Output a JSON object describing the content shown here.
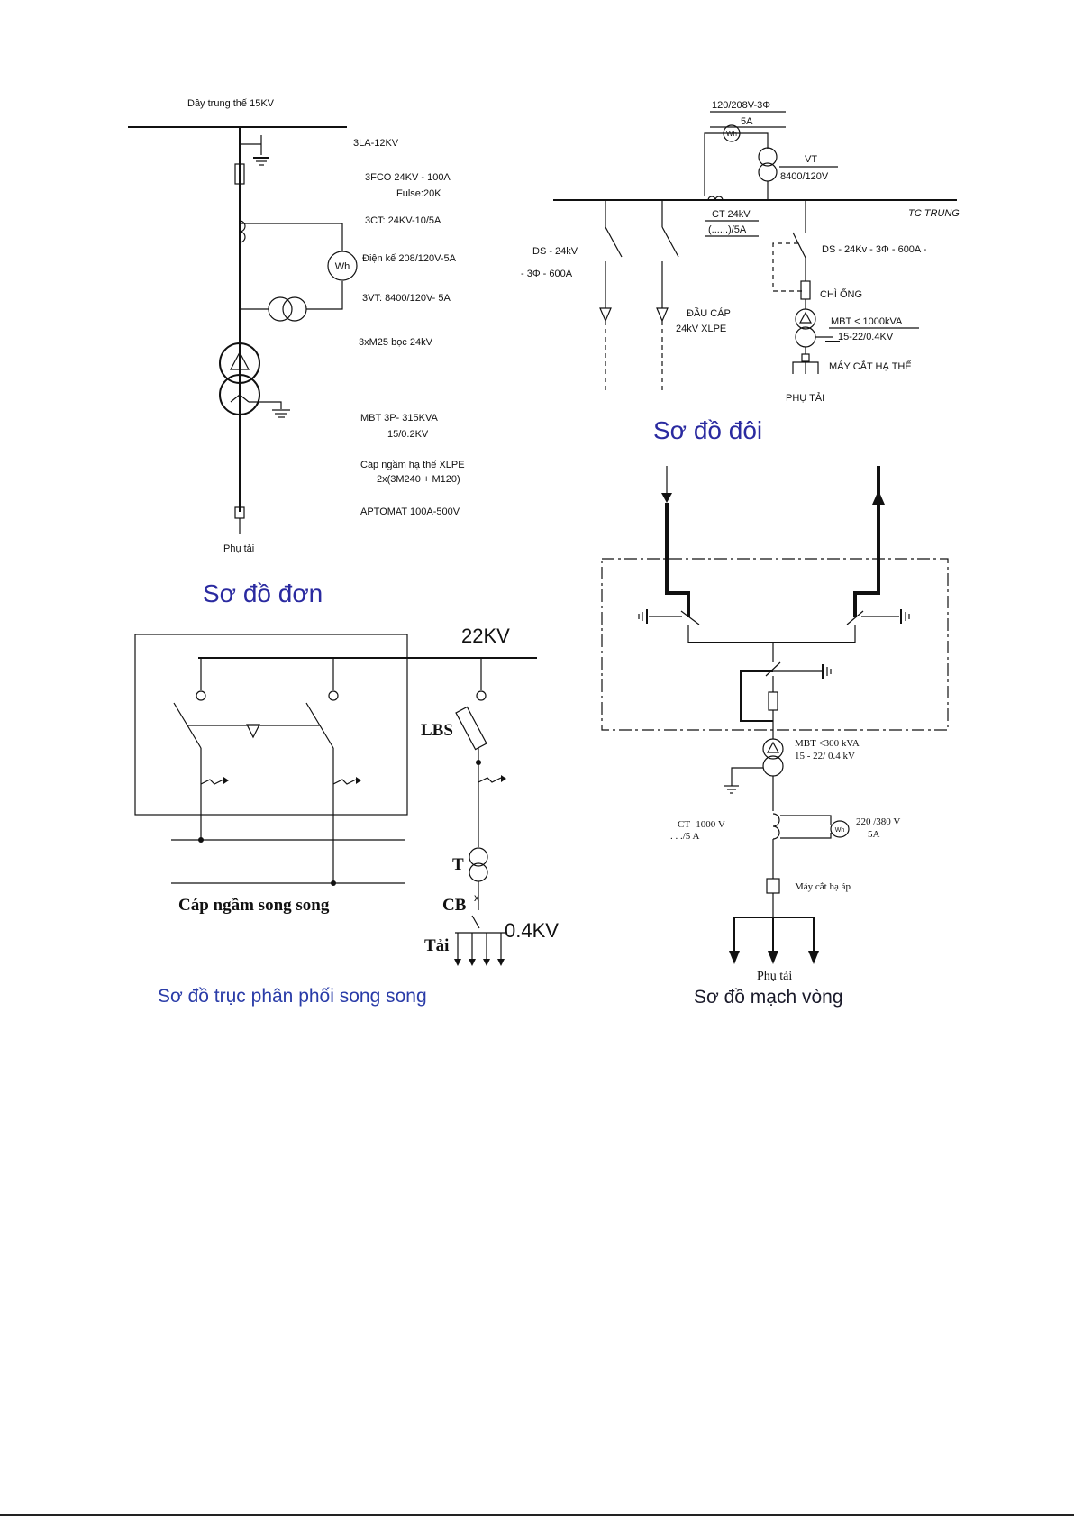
{
  "diagram_single": {
    "title": "Sơ đồ đơn",
    "top_label": "Dây trung thế 15KV",
    "items": [
      "3LA-12KV",
      "3FCO 24KV - 100A",
      "Fulse:20K",
      "3CT: 24KV-10/5A",
      "Điện kế 208/120V-5A",
      "3VT: 8400/120V- 5A",
      "3xM25 bọc 24kV",
      "MBT 3P- 315KVA",
      "15/0.2KV",
      "Cáp ngầm hạ thế XLPE",
      "2x(3M240 + M120)",
      "APTOMAT 100A-500V"
    ],
    "meter_symbol": "Wh",
    "load_label": "Phụ tải"
  },
  "diagram_double": {
    "title": "Sơ đồ đôi",
    "meter_top": "120/208V-3Φ",
    "meter_amp": "5A",
    "meter_symbol": "Wh",
    "vt_label": "VT",
    "vt_ratio": "8400/120V",
    "ct_label": "CT 24kV",
    "ct_ratio": "(......)/5A",
    "bus_label": "TC TRUNG",
    "ds_left_1": "DS - 24kV",
    "ds_left_2": "- 3Φ - 600A",
    "cable_1": "ĐẦU CÁP",
    "cable_2": "24kV XLPE",
    "ds_right": "DS - 24Kv - 3Φ - 600A -",
    "fuse": "CHÌ ỐNG",
    "mbt_1": "MBT < 1000kVA",
    "mbt_2": "15-22/0.4KV",
    "lv_breaker": "MÁY CẮT HẠ THẾ",
    "load_label": "PHỤ TẢI"
  },
  "diagram_parallel": {
    "title": "Sơ đồ trục phân phối song song",
    "hv_label": "22KV",
    "lbs_label": "LBS",
    "t_label": "T",
    "cb_label": "CB",
    "lv_label": "0.4KV",
    "load_label": "Tải",
    "cable_label": "Cáp ngầm song song"
  },
  "diagram_ring": {
    "title": "Sơ đồ mạch vòng",
    "mbt_1": "MBT <300 kVA",
    "mbt_2": "15 - 22/ 0.4 kV",
    "ct_1": "CT -1000 V",
    "ct_2": ". . ./5 A",
    "meter_1": "220 /380 V",
    "meter_2": "5A",
    "meter_symbol": "Wh",
    "breaker": "Máy cắt hạ áp",
    "load_label": "Phụ tải"
  }
}
